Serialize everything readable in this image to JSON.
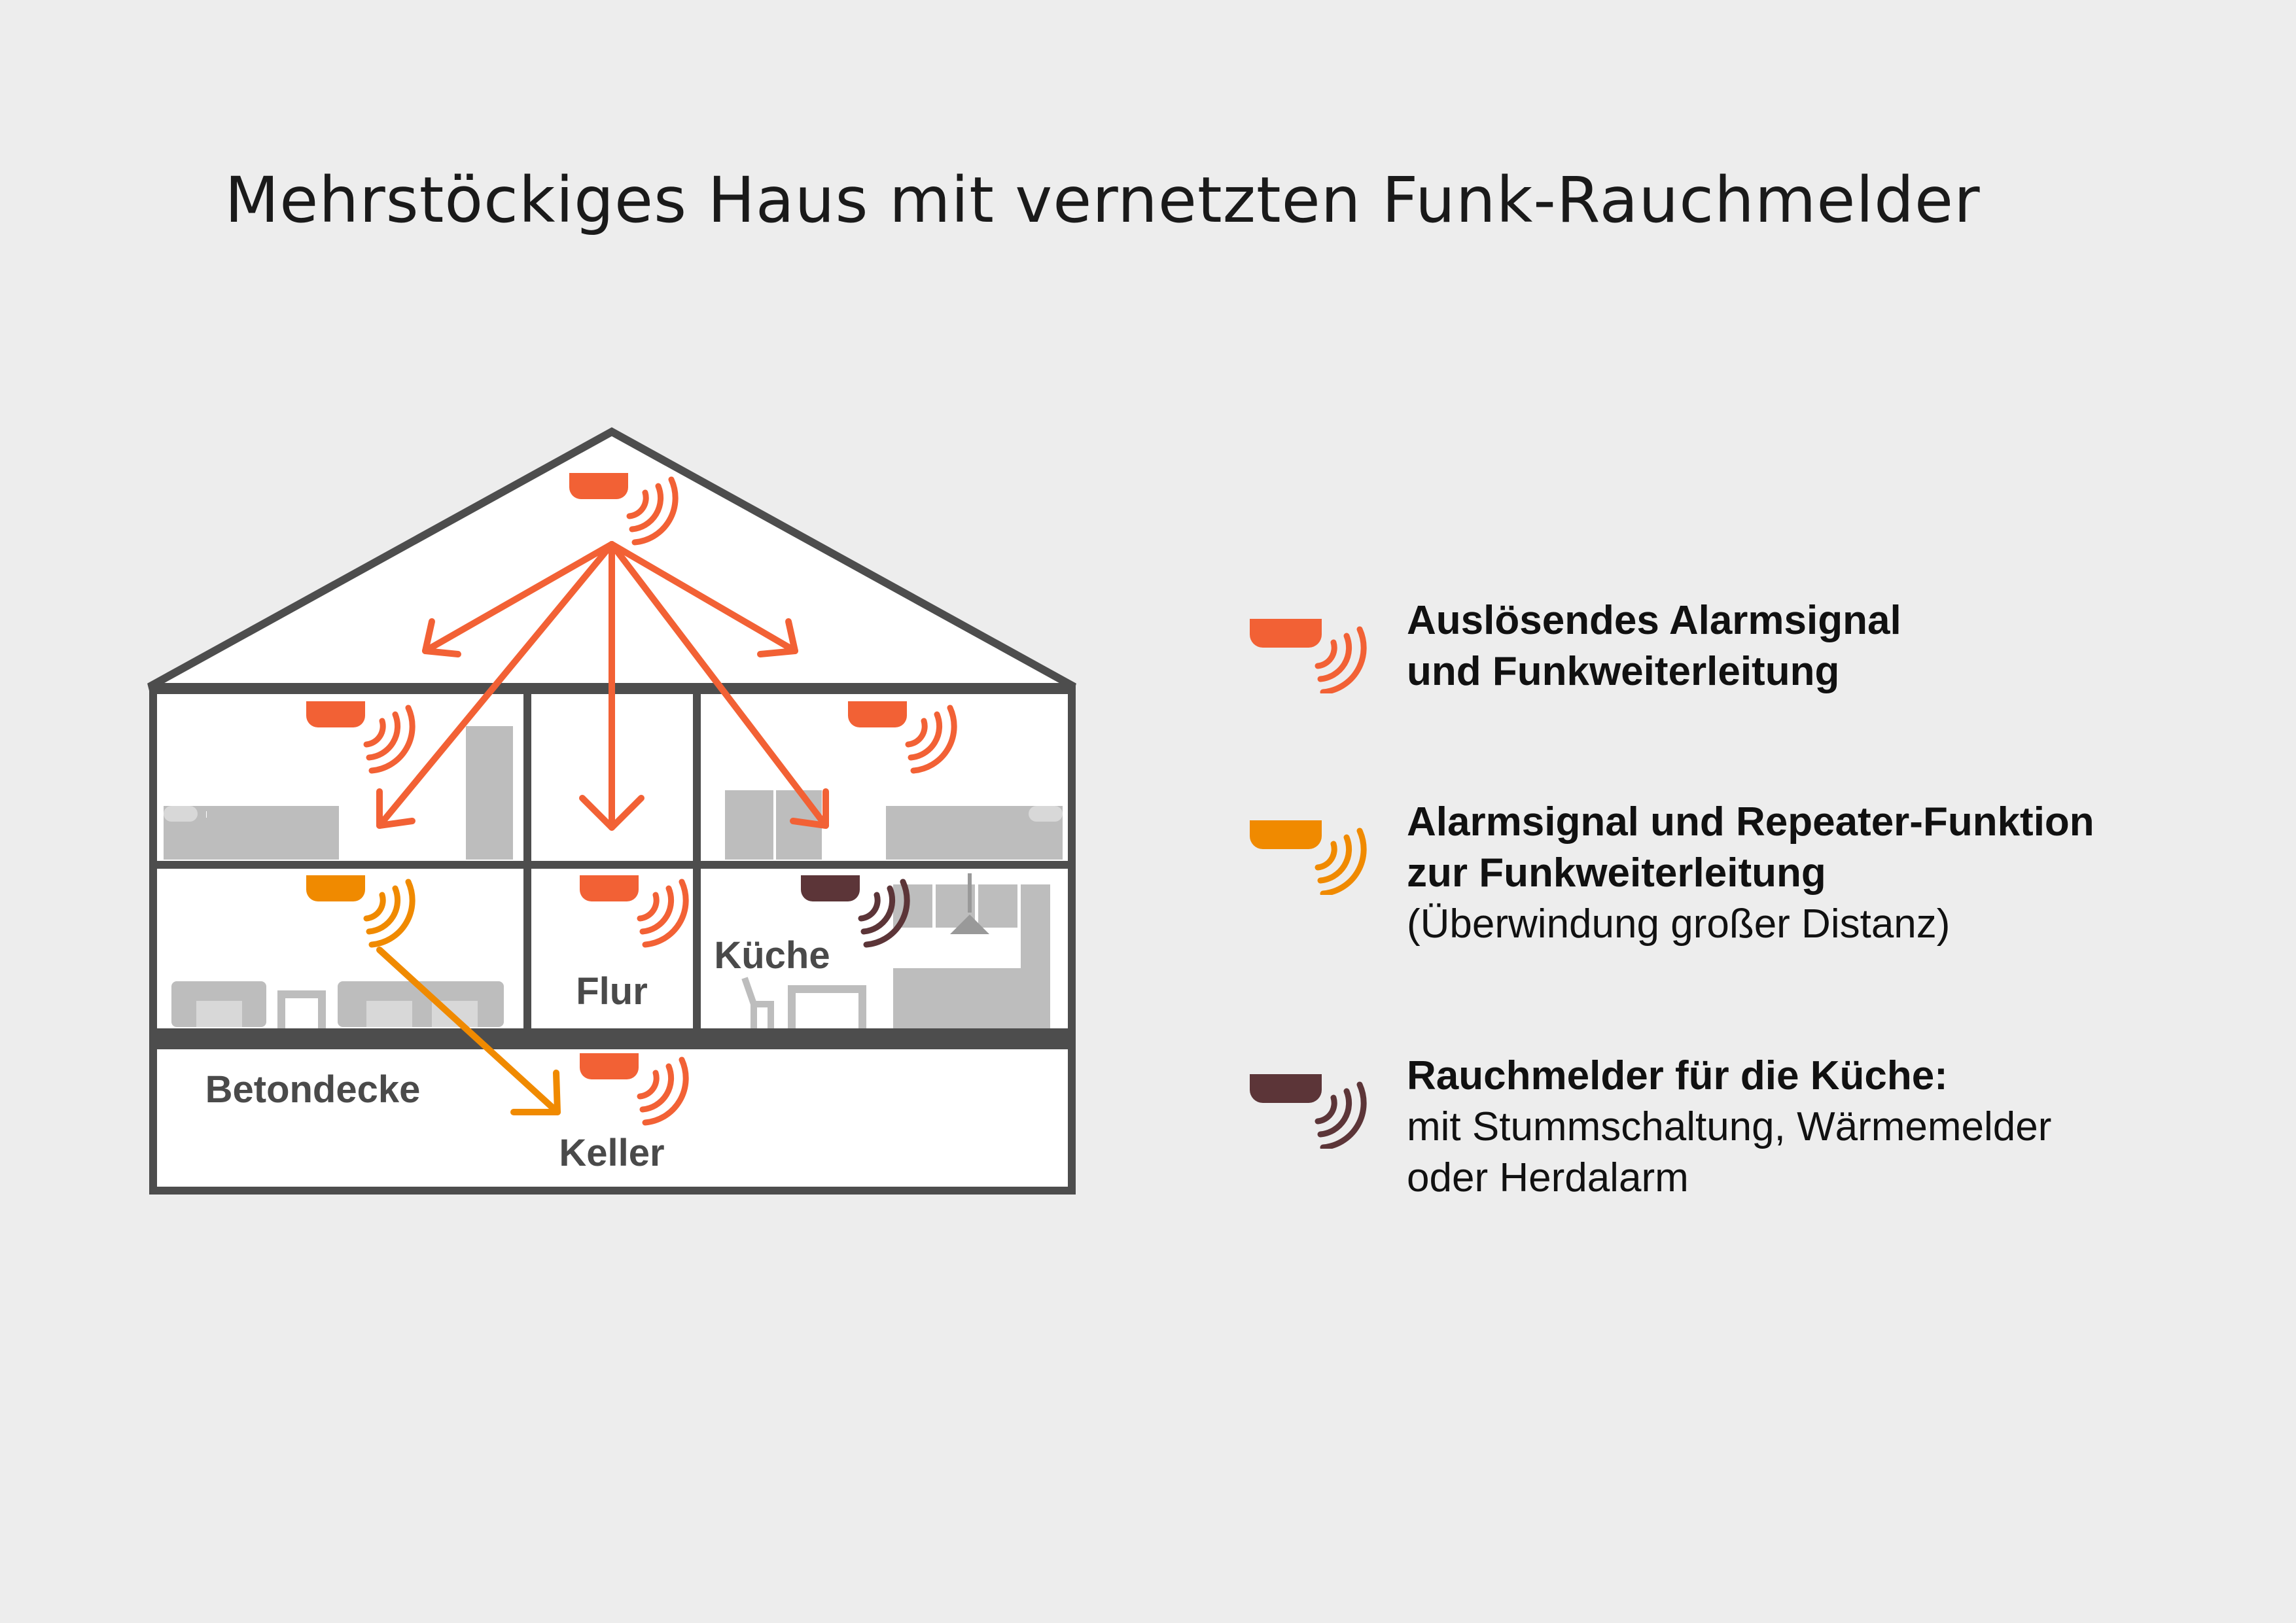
{
  "title": "Mehrstöckiges Haus mit vernetzten Funk-Rauchmelder",
  "colors": {
    "trigger": "#f26135",
    "repeater": "#f08a00",
    "kitchen": "#5c3538",
    "wall": "#4d4d4d",
    "furniture": "#bdbdbd",
    "background": "#ededed"
  },
  "rooms": {
    "flur": "Flur",
    "kueche": "Küche",
    "betondecke": "Betondecke",
    "keller": "Keller"
  },
  "legend": [
    {
      "icon": "smoke-detector-trigger-icon",
      "color": "#f26135",
      "lines_bold": [
        "Auslösendes Alarmsignal",
        "und Funkweiterleitung"
      ],
      "lines_normal": []
    },
    {
      "icon": "smoke-detector-repeater-icon",
      "color": "#f08a00",
      "lines_bold": [
        "Alarmsignal und Repeater-Funktion",
        "zur Funkweiterleitung"
      ],
      "lines_normal": [
        "(Überwindung großer Distanz)"
      ]
    },
    {
      "icon": "smoke-detector-kitchen-icon",
      "color": "#5c3538",
      "lines_bold": [
        "Rauchmelder für die Küche:"
      ],
      "lines_normal": [
        "mit Stummschaltung, Wärmemelder",
        "oder Herdalarm"
      ]
    }
  ]
}
